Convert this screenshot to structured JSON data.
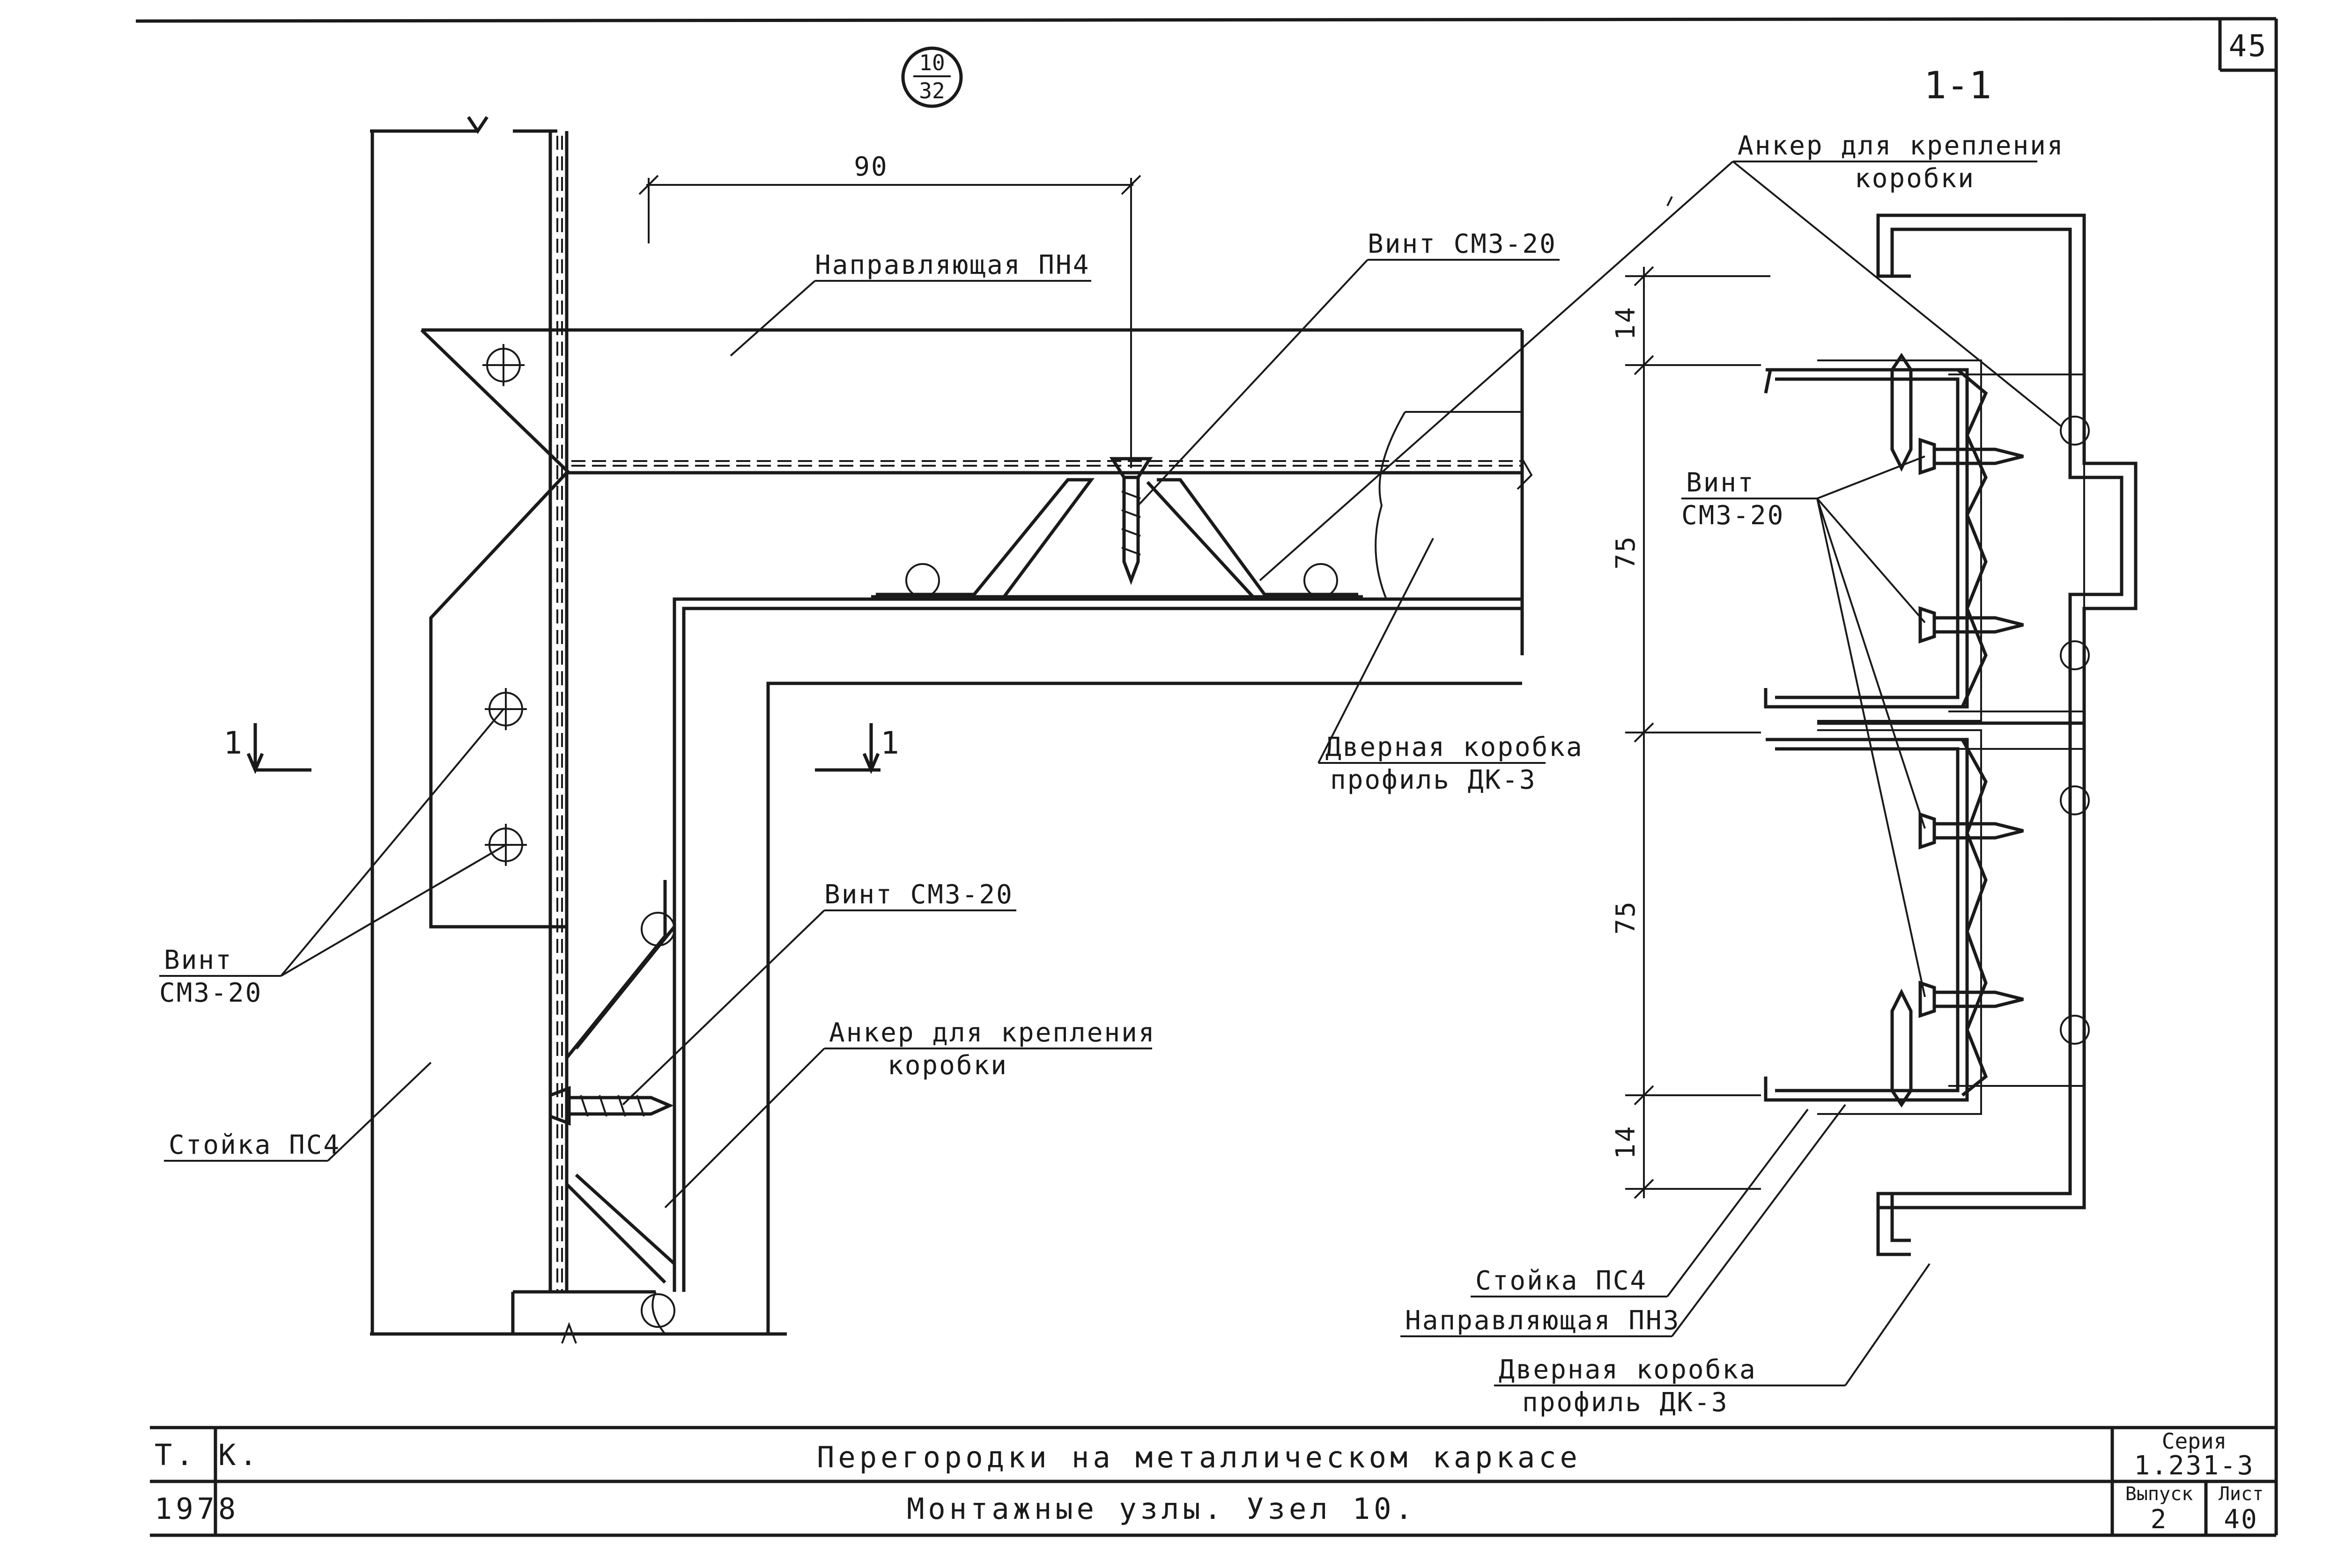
{
  "sheet": {
    "page_number": "45"
  },
  "node_marker": {
    "top": "10",
    "bottom": "32"
  },
  "section_title": "1-1",
  "dimensions": {
    "top_width": "90",
    "d14a": "14",
    "d75a": "75",
    "d75b": "75",
    "d14b": "14"
  },
  "section_marks": {
    "left": "1",
    "right": "1"
  },
  "labels": {
    "guide_pn4": "Направляющая ПН4",
    "screw_top": "Винт СМ3-20",
    "screw_left_1": "Винт",
    "screw_left_2": "СМ3-20",
    "post_pc4_left": "Стойка ПС4",
    "screw_mid": "Винт СМ3-20",
    "anchor_mid_1": "Анкер для крепления",
    "anchor_mid_2": "коробки",
    "door_frame_mid_1": "Дверная коробка",
    "door_frame_mid_2": "профиль ДК-3",
    "anchor_right_1": "Анкер для крепления",
    "anchor_right_2": "коробки",
    "screw_right_1": "Винт",
    "screw_right_2": "СМ3-20",
    "post_pc4_right": "Стойка ПС4",
    "guide_pn3": "Направляющая ПН3",
    "door_frame_bottom_1": "Дверная   коробка",
    "door_frame_bottom_2": "профиль ДК-3"
  },
  "title_block": {
    "org": "Т. К.",
    "year": "1978",
    "title": "Перегородки на металлическом каркасе",
    "subtitle": "Монтажные узлы. Узел 10.",
    "series_label": "Серия",
    "series_value": "1.231-3",
    "issue_label": "Выпуск",
    "issue_value": "2",
    "sheet_label": "Лист",
    "sheet_value": "40"
  }
}
